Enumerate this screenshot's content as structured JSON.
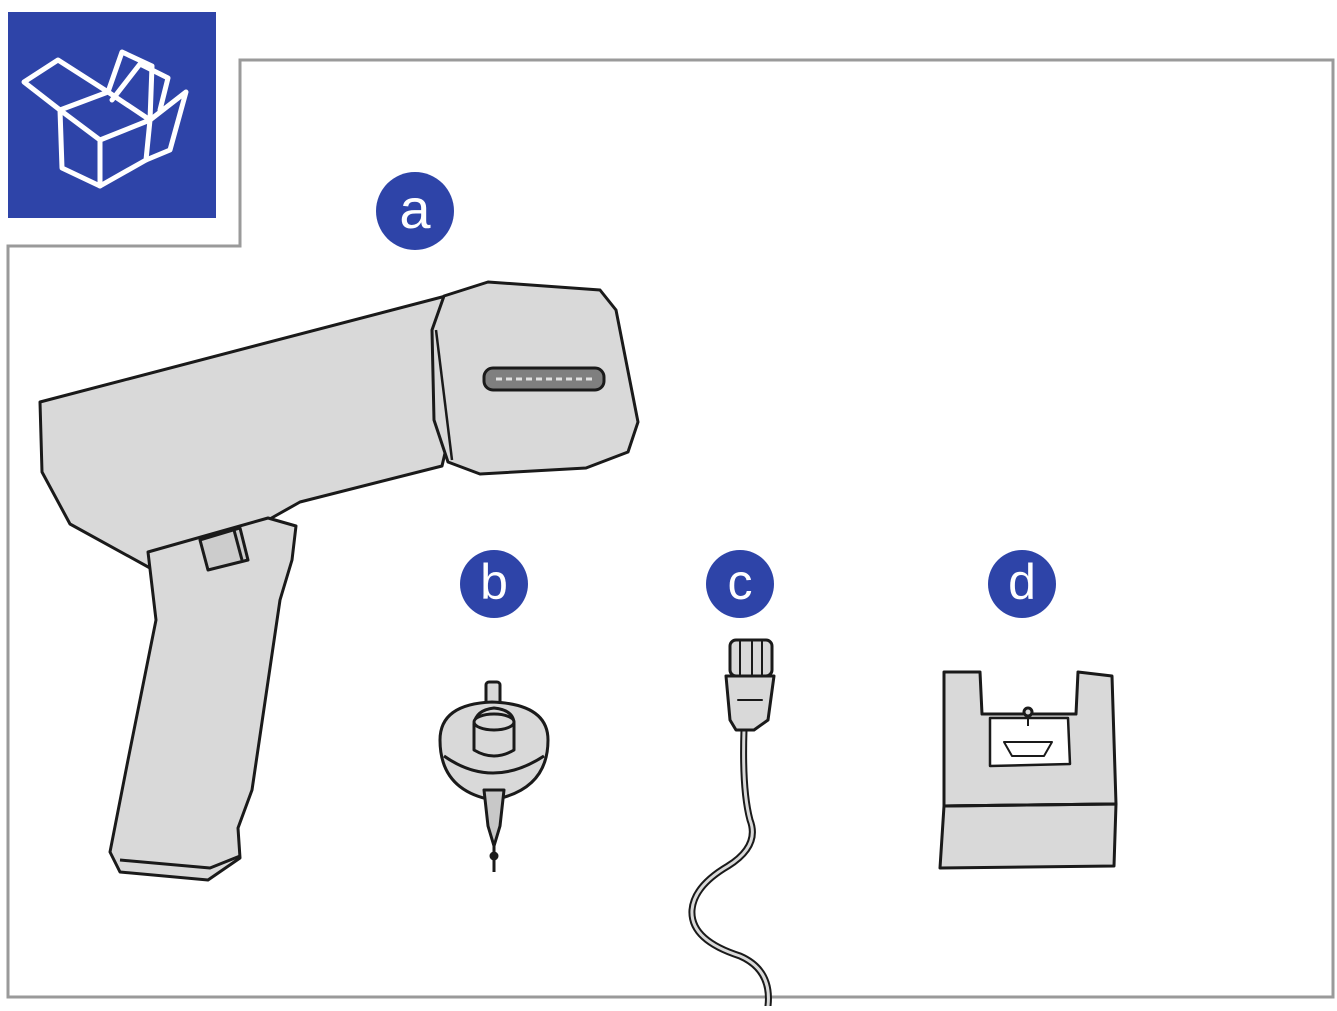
{
  "colors": {
    "accent": "#2e44a8",
    "device_fill": "#d9d9d9",
    "outline": "#1a1a1a",
    "frame": "#9a9a9a"
  },
  "header_icon": {
    "name": "unboxing-icon"
  },
  "parts": [
    {
      "label": "a",
      "item": "steamer-body"
    },
    {
      "label": "b",
      "item": "water-tank-cap"
    },
    {
      "label": "c",
      "item": "power-cord"
    },
    {
      "label": "d",
      "item": "storage-base"
    }
  ]
}
